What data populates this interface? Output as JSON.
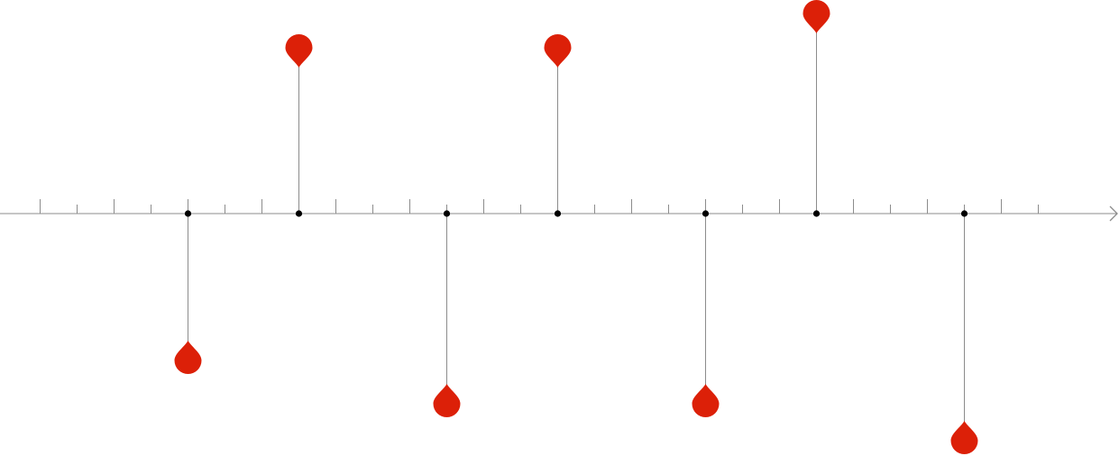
{
  "colors": {
    "axis": "#8c8c8c",
    "marker": "#dc2008",
    "dot": "#000000",
    "background": "#ffffff"
  },
  "axis": {
    "tick_count": 28,
    "major_every": 2,
    "arrow": "right"
  },
  "events": [
    {
      "tick": 4,
      "direction": "below",
      "level": 1
    },
    {
      "tick": 7,
      "direction": "above",
      "level": 1
    },
    {
      "tick": 11,
      "direction": "below",
      "level": 2
    },
    {
      "tick": 14,
      "direction": "above",
      "level": 1
    },
    {
      "tick": 18,
      "direction": "below",
      "level": 2
    },
    {
      "tick": 21,
      "direction": "above",
      "level": 2
    },
    {
      "tick": 25,
      "direction": "below",
      "level": 3
    }
  ],
  "icons": {
    "marker": "drop-pin-icon",
    "event_point": "dot-icon",
    "axis_end": "arrow-right-icon"
  }
}
